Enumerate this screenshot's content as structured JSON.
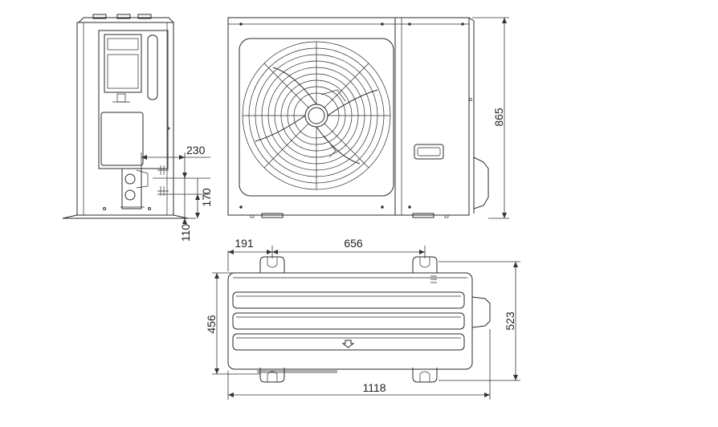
{
  "dimensions": {
    "height": "865",
    "pipe_offset_width": "230",
    "pipe_height_upper": "170",
    "pipe_height_lower": "110",
    "foot_left_offset": "191",
    "foot_spacing": "656",
    "total_width": "1118",
    "depth_feet": "456",
    "depth_total": "523"
  },
  "colors": {
    "line": "#2a2a2a",
    "background": "#ffffff"
  }
}
